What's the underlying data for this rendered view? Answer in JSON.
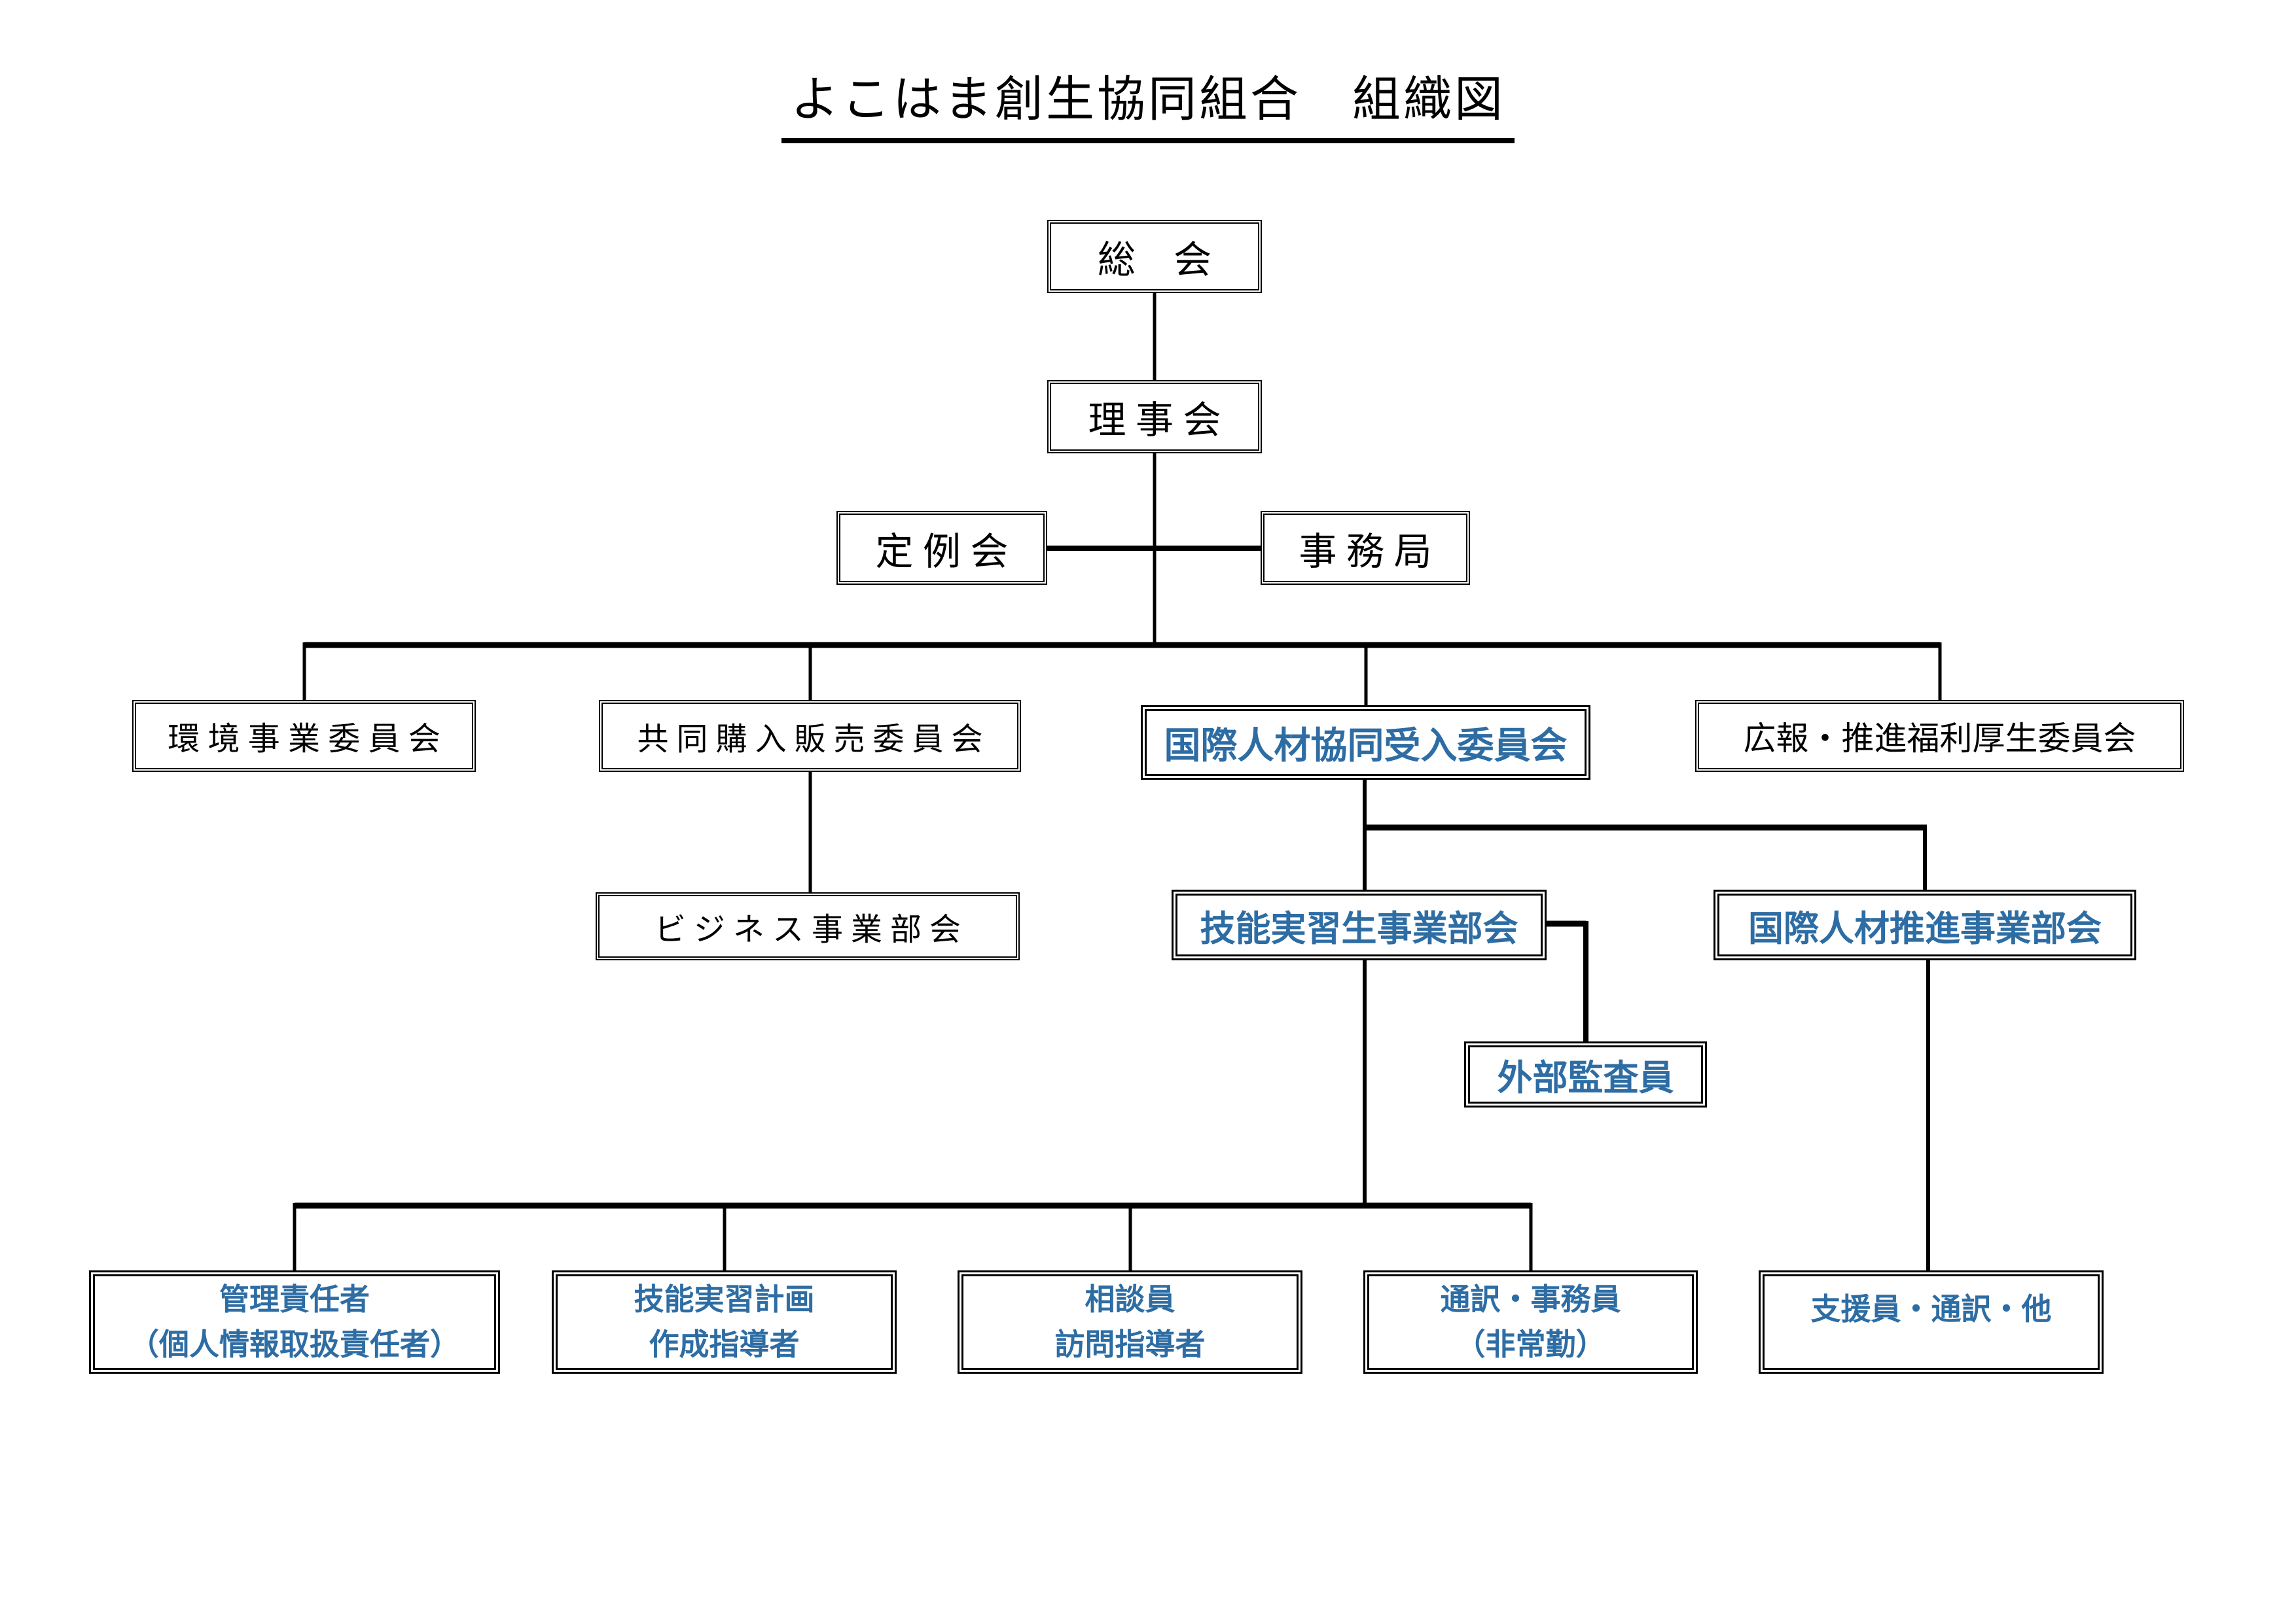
{
  "title": "よこはま創生協同組合　組織図",
  "accent_color": "#2E6DA4",
  "line_color": "#000000",
  "nodes": {
    "soukai": {
      "label": "総　会"
    },
    "rijikai": {
      "label": "理 事 会"
    },
    "teireikai": {
      "label": "定 例 会"
    },
    "jimukyoku": {
      "label": "事 務 局"
    },
    "kankyo": {
      "label": "環 境 事 業 委 員 会"
    },
    "kyodo": {
      "label": "共 同 購 入 販 売 委 員 会"
    },
    "kokusai_ukeire": {
      "label": "国際人材協同受入委員会"
    },
    "koho": {
      "label": "広報・推進福利厚生委員会"
    },
    "business": {
      "label": "ビ ジ ネ ス 事 業 部 会"
    },
    "ginou_jigyou": {
      "label": "技能実習生事業部会"
    },
    "kokusai_suishin": {
      "label": "国際人材推進事業部会"
    },
    "gaibu_kansain": {
      "label": "外部監査員"
    },
    "kanri": {
      "line1": "管理責任者",
      "line2": "（個人情報取扱責任者）"
    },
    "keikaku": {
      "line1": "技能実習計画",
      "line2": "作成指導者"
    },
    "soudan": {
      "line1": "相談員",
      "line2": "訪問指導者"
    },
    "tsuyaku": {
      "line1": "通訳・事務員",
      "line2": "（非常勤）"
    },
    "shien": {
      "line1": "支援員・通訳・他"
    }
  },
  "edges": [
    {
      "from": "総会",
      "to": "理事会"
    },
    {
      "from": "理事会",
      "to": "定例会"
    },
    {
      "from": "理事会",
      "to": "事務局"
    },
    {
      "from": "理事会",
      "to": "環境事業委員会"
    },
    {
      "from": "理事会",
      "to": "共同購入販売委員会"
    },
    {
      "from": "理事会",
      "to": "国際人材協同受入委員会"
    },
    {
      "from": "理事会",
      "to": "広報・推進福利厚生委員会"
    },
    {
      "from": "共同購入販売委員会",
      "to": "ビジネス事業部会"
    },
    {
      "from": "国際人材協同受入委員会",
      "to": "技能実習生事業部会"
    },
    {
      "from": "国際人材協同受入委員会",
      "to": "国際人材推進事業部会"
    },
    {
      "from": "技能実習生事業部会",
      "to": "外部監査員"
    },
    {
      "from": "技能実習生事業部会",
      "to": "管理責任者（個人情報取扱責任者）"
    },
    {
      "from": "技能実習生事業部会",
      "to": "技能実習計画作成指導者"
    },
    {
      "from": "技能実習生事業部会",
      "to": "相談員訪問指導者"
    },
    {
      "from": "技能実習生事業部会",
      "to": "通訳・事務員（非常勤）"
    },
    {
      "from": "国際人材推進事業部会",
      "to": "支援員・通訳・他"
    }
  ]
}
